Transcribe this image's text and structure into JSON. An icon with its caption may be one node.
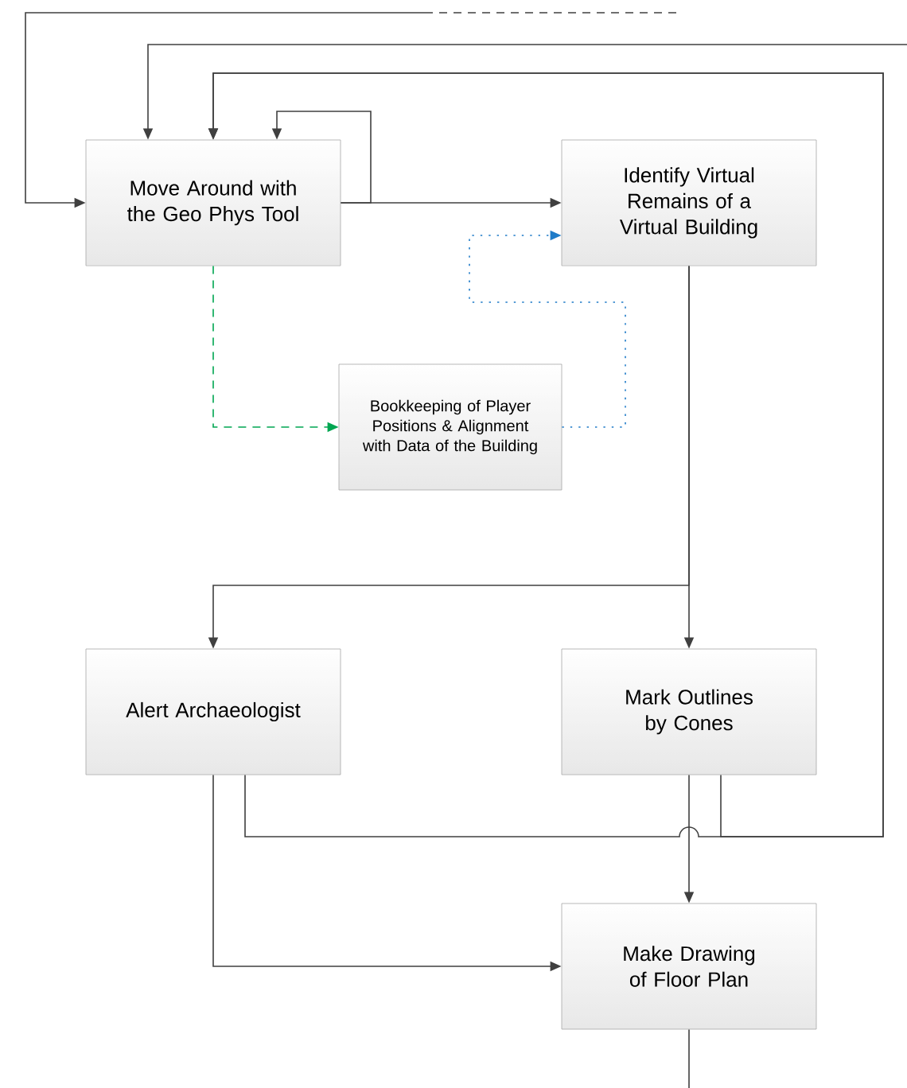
{
  "diagram": {
    "nodes": [
      {
        "text": [
          "Move Around with the Geo Phys Tool"
        ]
      },
      {
        "text": [
          "Identify Virtual Remains of a Virtual Building"
        ]
      },
      {
        "text": [
          "Bookkeeping of Player Positions & Alignment with Data of the Building"
        ]
      },
      {
        "text": [
          "Alert Archaeologist"
        ]
      },
      {
        "text": [
          "Mark Outlines by Cones"
        ]
      },
      {
        "text": [
          "Make Drawing of Floor Plan"
        ]
      }
    ],
    "edges": [
      {
        "from": 0,
        "to": 0,
        "arrow": "to"
      },
      {
        "from": 0,
        "to": 1,
        "arrow": "to"
      },
      {
        "from": 0,
        "to": 2,
        "arrow": "to",
        "style": "dashed",
        "color": "#00a651"
      },
      {
        "from": 2,
        "to": 1,
        "arrow": "to",
        "style": "dashed",
        "color": "#1f7bc8"
      },
      {
        "from": 1,
        "to": 3,
        "arrow": "to"
      },
      {
        "from": 1,
        "to": 4,
        "arrow": "to"
      },
      {
        "from": 3,
        "to": 5,
        "arrow": "to"
      },
      {
        "from": 4,
        "to": 5,
        "arrow": "to"
      },
      {
        "from": 3,
        "to": 0,
        "arrow": "to"
      },
      {
        "from": 4,
        "to": 0,
        "arrow": "to"
      },
      {
        "from": null,
        "to": 0,
        "arrow": "to"
      },
      {
        "from": null,
        "to": 0,
        "arrow": "to",
        "style": "dashed"
      },
      {
        "from": 5,
        "to": null,
        "arrow": "none"
      }
    ]
  }
}
